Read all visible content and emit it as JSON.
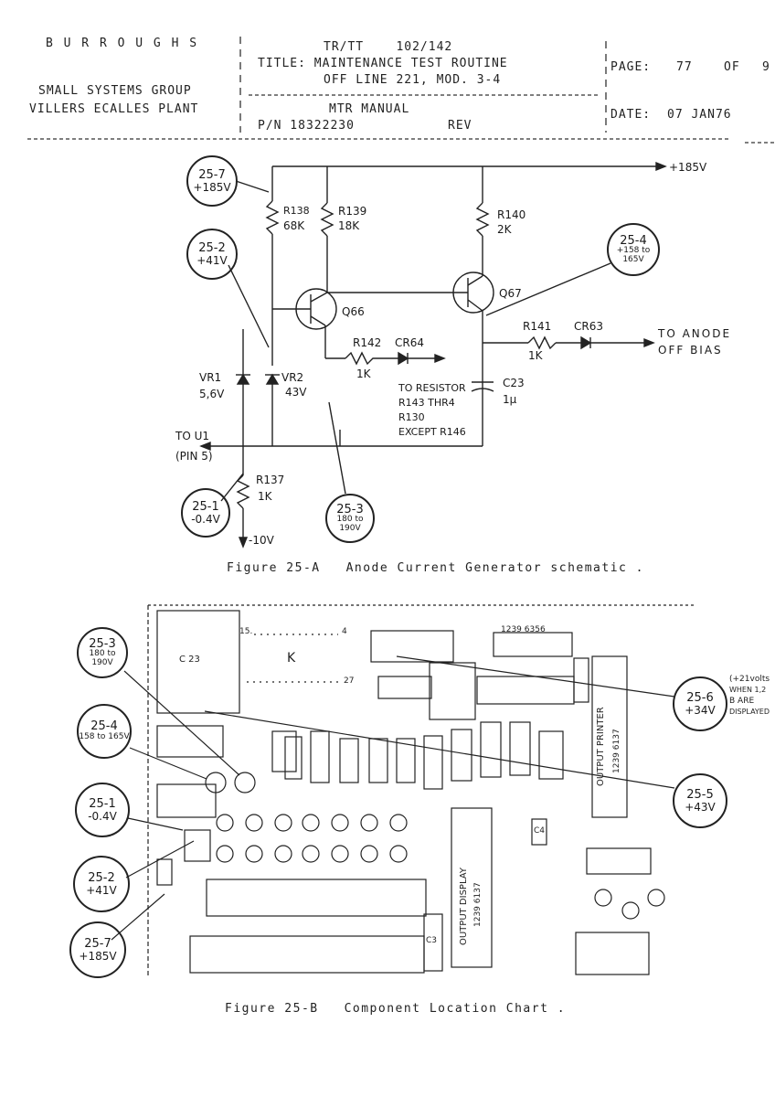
{
  "header": {
    "company": "B U R R O U G H S",
    "group": "SMALL SYSTEMS GROUP",
    "plant": "VILLERS ECALLES PLANT",
    "line1": "TR/TT    102/142",
    "title": "TITLE: MAINTENANCE TEST ROUTINE",
    "title2": "OFF LINE 221, MOD. 3-4",
    "manual": "MTR MANUAL",
    "pn": "P/N 18322230",
    "rev": "REV",
    "page_label": "PAGE:",
    "page_num": "77",
    "page_of": "OF",
    "page_total": "9",
    "date_label": "DATE:",
    "date": "07 JAN76"
  },
  "schematic": {
    "supply": "+185V",
    "r138": "R138",
    "r138v": "68K",
    "r139": "R139",
    "r139v": "18K",
    "r140": "R140",
    "r140v": "2K",
    "q66": "Q66",
    "q67": "Q67",
    "r141": "R141",
    "r141v": "1K",
    "cr63": "CR63",
    "anode1": "TO ANODE",
    "anode2": "OFF BIAS",
    "r142": "R142",
    "r142v": "1K",
    "cr64": "CR64",
    "c23": "C23",
    "c23v": "1µ",
    "vr1": "VR1",
    "vr1v": "5,6V",
    "vr2": "VR2",
    "vr2v": "43V",
    "tores1": "TO RESISTOR",
    "tores2": "R143 THR4",
    "tores3": "R130",
    "tores4": "EXCEPT R146",
    "tou1": "TO U1",
    "pin5": "(PIN 5)",
    "r137": "R137",
    "r137v": "1K",
    "neg10": "-10V",
    "bubbles": {
      "b257": {
        "id": "25-7",
        "v": "+185V"
      },
      "b252": {
        "id": "25-2",
        "v": "+41V"
      },
      "b254": {
        "id": "25-4",
        "v": "+158 to 165V"
      },
      "b251": {
        "id": "25-1",
        "v": "-0.4V"
      },
      "b253": {
        "id": "25-3",
        "v": "180 to 190V"
      }
    }
  },
  "caption_a": "Figure 25-A   Anode Current Generator schematic .",
  "location": {
    "bubbles": {
      "c253": {
        "id": "25-3",
        "v": "180 to 190V"
      },
      "c254": {
        "id": "25-4",
        "v": "158 to 165V"
      },
      "c251": {
        "id": "25-1",
        "v": "-0.4V"
      },
      "c252": {
        "id": "25-2",
        "v": "+41V"
      },
      "c257": {
        "id": "25-7",
        "v": "+185V"
      },
      "c256": {
        "id": "25-6",
        "v": "+34V"
      },
      "c255": {
        "id": "25-5",
        "v": "+43V"
      }
    },
    "note1": "(+21volts",
    "note2": "WHEN 1,2",
    "note3": "B ARE",
    "note4": "DISPLAYED",
    "c23": "C 23",
    "k": "K",
    "pin15": "15.",
    "pin4": "4",
    "pin27": "27",
    "chip_label": "1239 6356",
    "printer1": "OUTPUT PRINTER",
    "printer2": "1239 6137",
    "display1": "OUTPUT DISPLAY",
    "display2": "1239 6137",
    "c3": "C3",
    "c4": "C4"
  },
  "caption_b": "Figure 25-B   Component Location Chart ."
}
